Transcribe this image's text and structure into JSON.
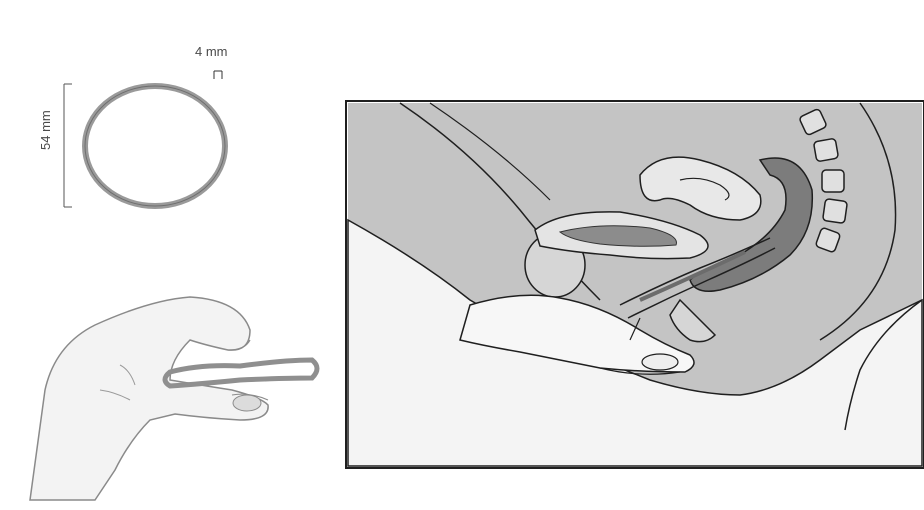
{
  "ring_dimensions": {
    "thickness_label": "4 mm",
    "diameter_label": "54 mm"
  },
  "colors": {
    "ring": "#8f8f8f",
    "outline": "#1f1f1f",
    "uterus_fill": "#8c8c8c",
    "background_gray": "#b9b9b9",
    "skin": "#f2f2f2"
  },
  "icons": {
    "ring": "contraceptive-ring",
    "hand": "hand-pinching-ring"
  }
}
